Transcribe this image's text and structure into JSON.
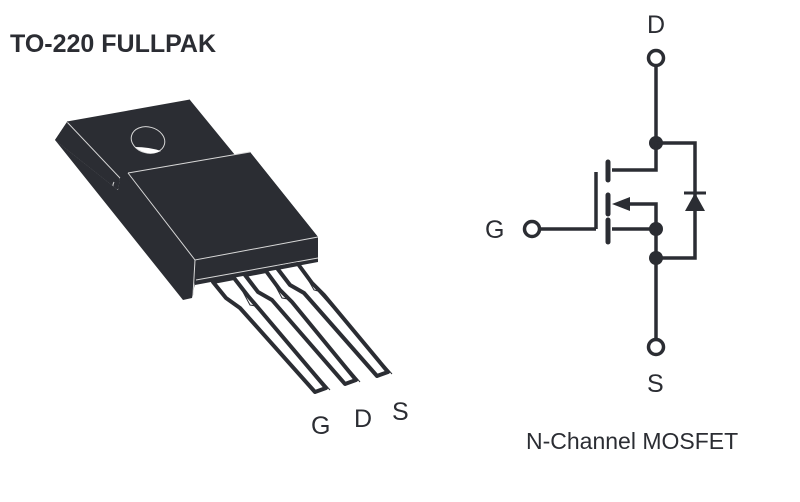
{
  "package": {
    "title": "TO-220 FULLPAK",
    "pin_labels": [
      "G",
      "D",
      "S"
    ]
  },
  "schematic": {
    "caption": "N-Channel MOSFET",
    "terminals": {
      "drain": "D",
      "gate": "G",
      "source": "S"
    }
  },
  "colors": {
    "ink": "#2b2d33",
    "background": "#ffffff"
  }
}
